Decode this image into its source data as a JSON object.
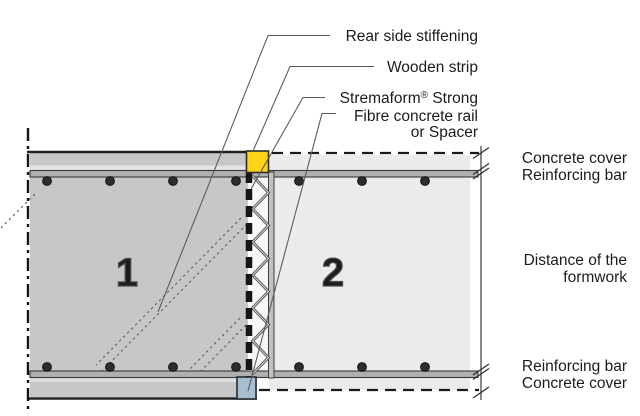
{
  "diagram": {
    "callouts": {
      "rear_side_stiffening": "Rear side stiffening",
      "wooden_strip": "Wooden strip",
      "stremaform_name": "Stremaform",
      "stremaform_reg": "®",
      "stremaform_rest": " Strong",
      "fibre_rail_line1": "Fibre concrete rail",
      "fibre_rail_line2": "or Spacer"
    },
    "right_labels": {
      "concrete_cover_top": "Concrete cover",
      "reinforcing_bar_top": "Reinforcing bar",
      "distance_line1": "Distance of the",
      "distance_line2": "formwork",
      "reinforcing_bar_bottom": "Reinforcing bar",
      "concrete_cover_bottom": "Concrete cover"
    },
    "section_numbers": {
      "first_pour": "1",
      "second_pour": "2"
    },
    "colors": {
      "concrete_element_1": "#c6c7c9",
      "concrete_element_2": "#ebebec",
      "truss_zone": "#f7f7f7",
      "rail_strip": "#c0c1c3",
      "reinforcing_bar_strip": "#aeb0b2",
      "wooden_strip": "#ffd415",
      "fibre_rail_spacer": "#a7bed0"
    }
  }
}
